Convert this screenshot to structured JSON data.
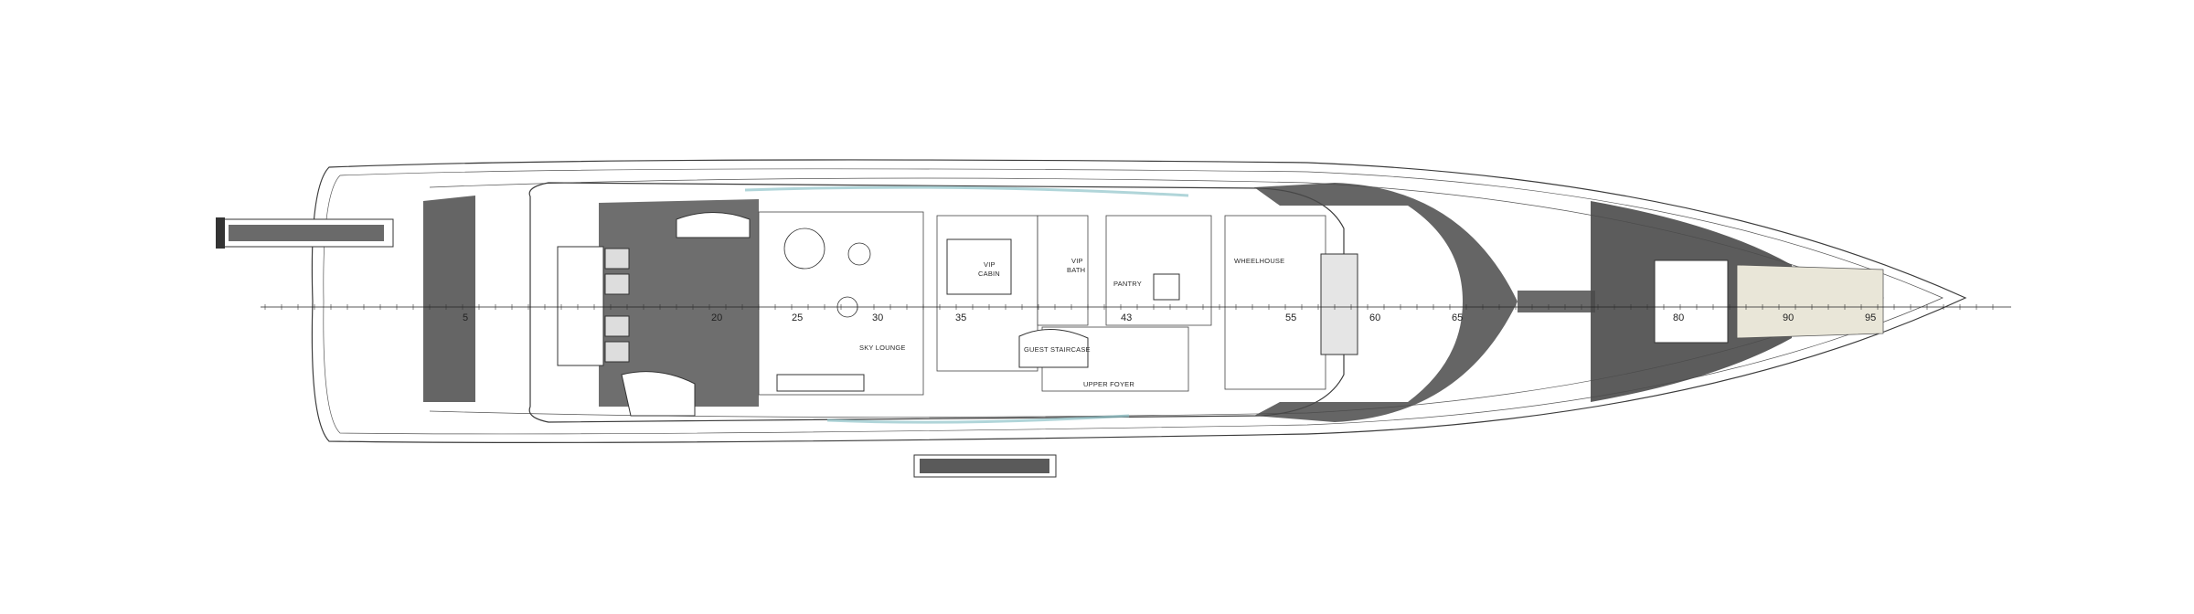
{
  "plan": {
    "rooms": {
      "sky_lounge": "SKY LOUNGE",
      "vip_cabin_line1": "VIP",
      "vip_cabin_line2": "CABIN",
      "vip_bath_line1": "VIP",
      "vip_bath_line2": "BATH",
      "pantry": "PANTRY",
      "wheelhouse": "WHEELHOUSE",
      "guest_staircase": "GUEST STAIRCASE",
      "upper_foyer": "UPPER FOYER"
    },
    "frame_numbers": [
      "5",
      "20",
      "25",
      "30",
      "35",
      "43",
      "55",
      "60",
      "65",
      "80",
      "90",
      "95"
    ],
    "colors": {
      "teak_deck": "#4a4a4a",
      "glazing": "#8fc3c9",
      "foredeck_highlight": "#e9e6d8"
    }
  }
}
